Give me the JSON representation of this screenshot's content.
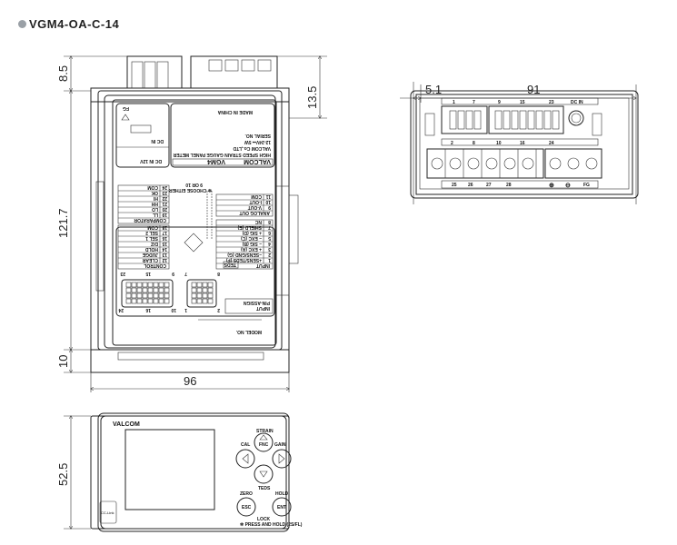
{
  "title": "VGM4-OA-C-14",
  "dimensions": {
    "d8_5": "8.5",
    "d121_7": "121.7",
    "d10": "10",
    "d13_5": "13.5",
    "d96": "96",
    "d52_5": "52.5",
    "d5_1": "5.1",
    "d91": "91"
  },
  "rear_label": {
    "model_no": "MODEL NO.",
    "pin_assign": [
      "INPUT",
      "PIN-ASSIGN"
    ],
    "input_pins": [
      "2",
      "1",
      "8",
      "7"
    ],
    "control_pins": [
      "10",
      "16",
      "24",
      "9",
      "15",
      "23"
    ],
    "input_title": "INPUT",
    "input_rows": [
      [
        "1",
        "+SENS/TEDS (F)"
      ],
      [
        "2",
        "−SENS/GND (G)"
      ],
      [
        "3",
        "+ EXC (A)"
      ],
      [
        "4",
        "− SIG (B)"
      ],
      [
        "5",
        "− EXC (C)"
      ],
      [
        "6",
        "+ SIG (D)"
      ],
      [
        "7",
        "SHIELD (E)"
      ],
      [
        "8",
        "NC"
      ]
    ],
    "teds": "TEDS",
    "analog_title": "ANALOG OUT",
    "analog_rows": [
      [
        "9",
        "V-OUT"
      ],
      [
        "10",
        "I-OUT"
      ],
      [
        "11",
        "COM"
      ]
    ],
    "choose_note": [
      "✻ CHOOSE EITHER",
      "9 OR 10"
    ],
    "control_title": "CONTROL",
    "control_rows": [
      [
        "12",
        "CLEAR"
      ],
      [
        "13",
        "JUDGE"
      ],
      [
        "14",
        "HOLD"
      ],
      [
        "15",
        "D/Z"
      ],
      [
        "16",
        "SEL 1"
      ],
      [
        "17",
        "SEL 2"
      ],
      [
        "18",
        "COM"
      ]
    ],
    "comparator_title": "COMPARATOR",
    "comparator_rows": [
      [
        "19",
        "LL"
      ],
      [
        "20",
        "LO"
      ],
      [
        "21",
        "HH"
      ],
      [
        "22",
        "HI"
      ],
      [
        "23",
        "OK"
      ],
      [
        "24",
        "COM"
      ]
    ],
    "brand": "VALCOM",
    "model": "VGM4",
    "product": "HIGH SPEED STRAIN GAUGE PANEL METER",
    "company": "VALCOM Co.,LTD",
    "power": "12-24V⎓ 5W",
    "serial": "SERIAL NO.",
    "made_in": "MADE IN CHINA",
    "dc_in": "DC IN",
    "fg": "FG",
    "dc_in_12v": "DC IN 12V"
  },
  "right_view": {
    "top_pins": [
      "1",
      "7",
      "9",
      "15",
      "23"
    ],
    "dc_in": "DC IN",
    "bottom_pins": [
      "2",
      "8",
      "10",
      "16",
      "24"
    ],
    "terminals": [
      "25",
      "26",
      "27",
      "28"
    ],
    "plus": "⊕",
    "minus": "⊖",
    "fg": "FG"
  },
  "front": {
    "brand": "VALCOM",
    "keys": {
      "func": "FNC",
      "func_label": "STRAIN",
      "cal": "CAL",
      "gain": "GAIN",
      "teds": "TEDS",
      "zero": "ZERO",
      "esc": "ESC",
      "hold": "HOLD",
      "ent": "ENT"
    },
    "lock": "LOCK",
    "lock_note": "✻ PRESS AND HOLD (2S/FL)",
    "cclink": "CC-Link"
  }
}
